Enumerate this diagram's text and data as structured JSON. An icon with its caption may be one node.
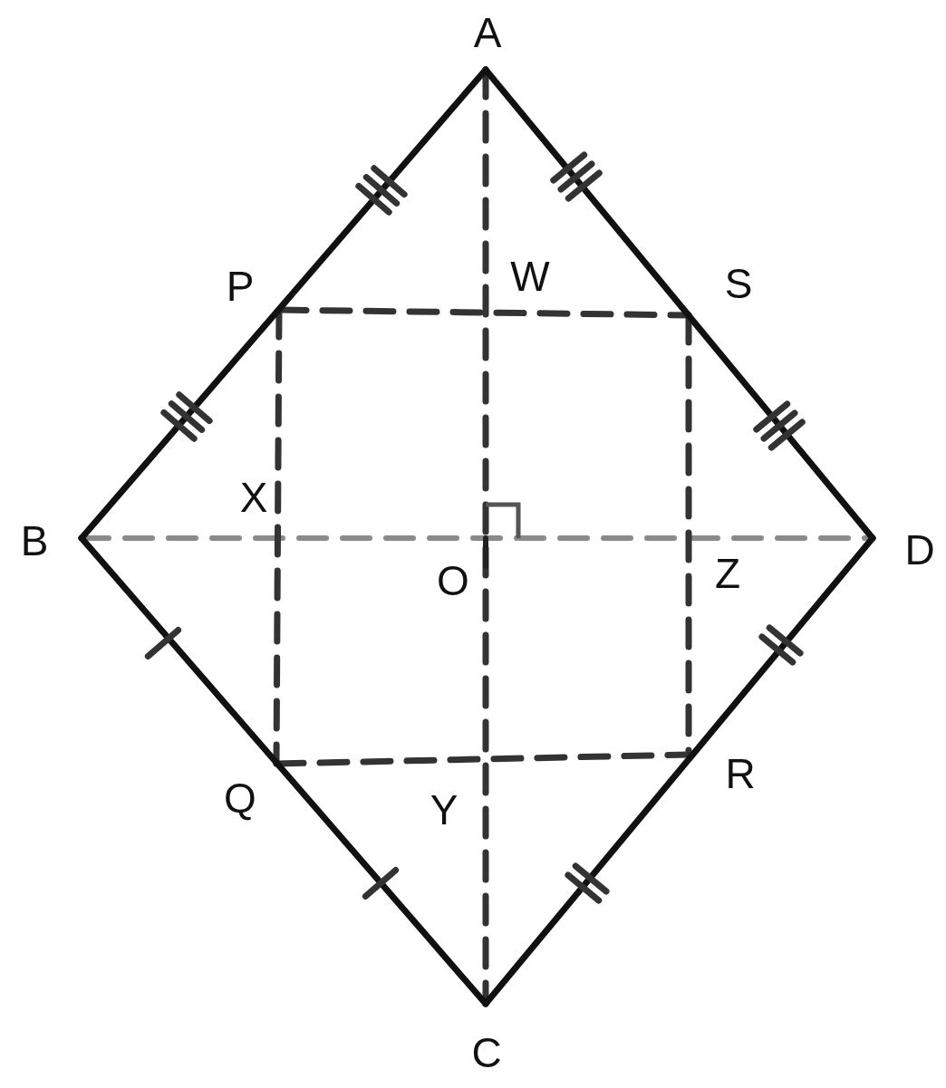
{
  "diagram": {
    "labels": [
      "A",
      "W",
      "P",
      "S",
      "X",
      "B",
      "O",
      "D",
      "Z",
      "Q",
      "Y",
      "R",
      "C"
    ]
  }
}
